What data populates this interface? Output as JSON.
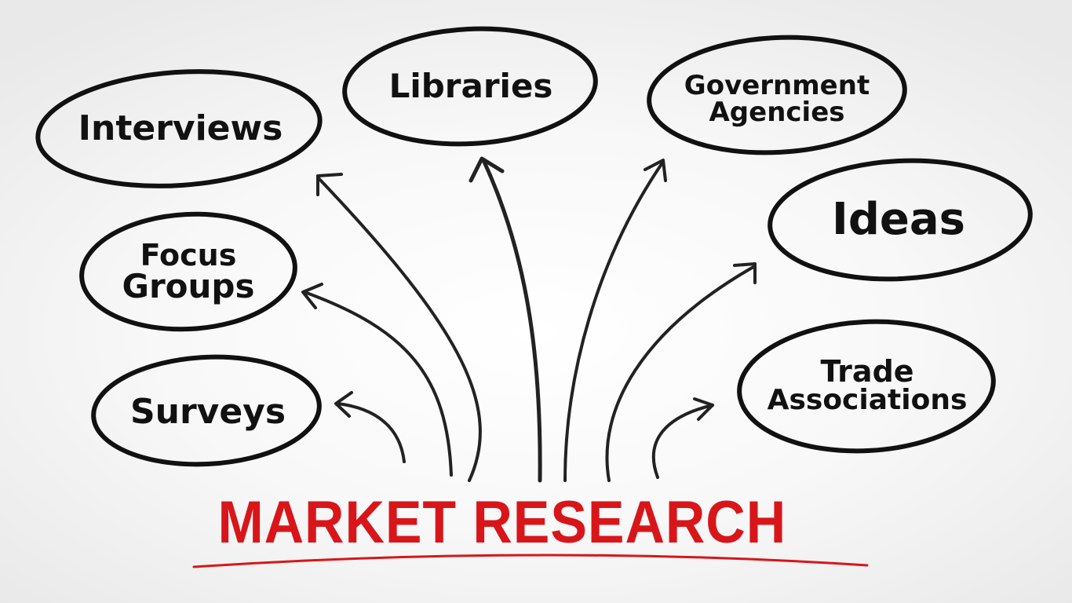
{
  "diagram": {
    "title": "MARKET RESEARCH",
    "colors": {
      "title": "#d8161a",
      "ink": "#111111",
      "background": "#f4f4f4"
    },
    "nodes": [
      {
        "id": "interviews",
        "lines": [
          "Interviews"
        ]
      },
      {
        "id": "libraries",
        "lines": [
          "Libraries"
        ]
      },
      {
        "id": "government-agencies",
        "lines": [
          "Government",
          "Agencies"
        ]
      },
      {
        "id": "ideas",
        "lines": [
          "Ideas"
        ]
      },
      {
        "id": "focus-groups",
        "lines": [
          "Focus",
          "Groups"
        ]
      },
      {
        "id": "trade-associations",
        "lines": [
          "Trade",
          "Associations"
        ]
      },
      {
        "id": "surveys",
        "lines": [
          "Surveys"
        ]
      }
    ],
    "edges": [
      {
        "from": "market-research",
        "to": "surveys"
      },
      {
        "from": "market-research",
        "to": "focus-groups"
      },
      {
        "from": "market-research",
        "to": "interviews"
      },
      {
        "from": "market-research",
        "to": "libraries"
      },
      {
        "from": "market-research",
        "to": "government-agencies"
      },
      {
        "from": "market-research",
        "to": "ideas"
      },
      {
        "from": "market-research",
        "to": "trade-associations"
      }
    ]
  }
}
